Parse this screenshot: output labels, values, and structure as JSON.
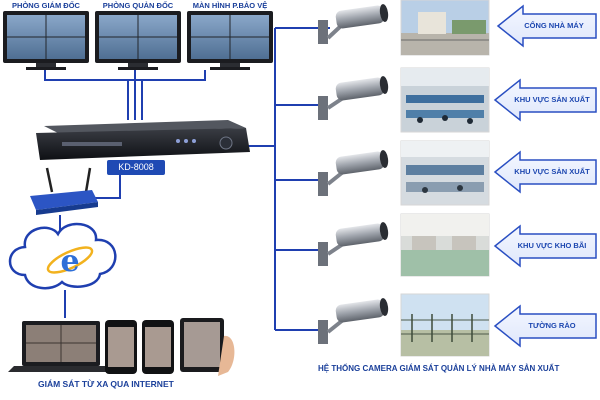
{
  "monitors": [
    {
      "label": "PHÒNG GIÁM ĐỐC"
    },
    {
      "label": "PHÒNG QUẢN ĐỐC"
    },
    {
      "label": "MÀN HÌNH P.BẢO VỆ"
    }
  ],
  "dvr": {
    "model": "KD-8008"
  },
  "cameras": [
    {
      "location": "CỔNG NHÀ MÁY"
    },
    {
      "location": "KHU VỰC SẢN XUẤT"
    },
    {
      "location": "KHU VỰC SẢN XUẤT"
    },
    {
      "location": "KHU VỰC KHO BÃI"
    },
    {
      "location": "TƯỜNG RÀO"
    }
  ],
  "remote_caption": "GIÁM SÁT TỪ XA QUA INTERNET",
  "system_caption": "HỆ THỐNG CAMERA GIÁM SÁT QUẢN LÝ NHÀ MÁY SẢN XUẤT",
  "colors": {
    "cable": "#1f3fb0",
    "accent": "#1d47b0",
    "arrow": "#2a4fc2"
  },
  "icons": [
    "monitor-icon",
    "dvr-icon",
    "router-icon",
    "cloud-icon",
    "internet-explorer-icon",
    "laptop-icon",
    "smartphone-icon",
    "tablet-icon",
    "cctv-camera-icon",
    "arrow-left-icon"
  ]
}
